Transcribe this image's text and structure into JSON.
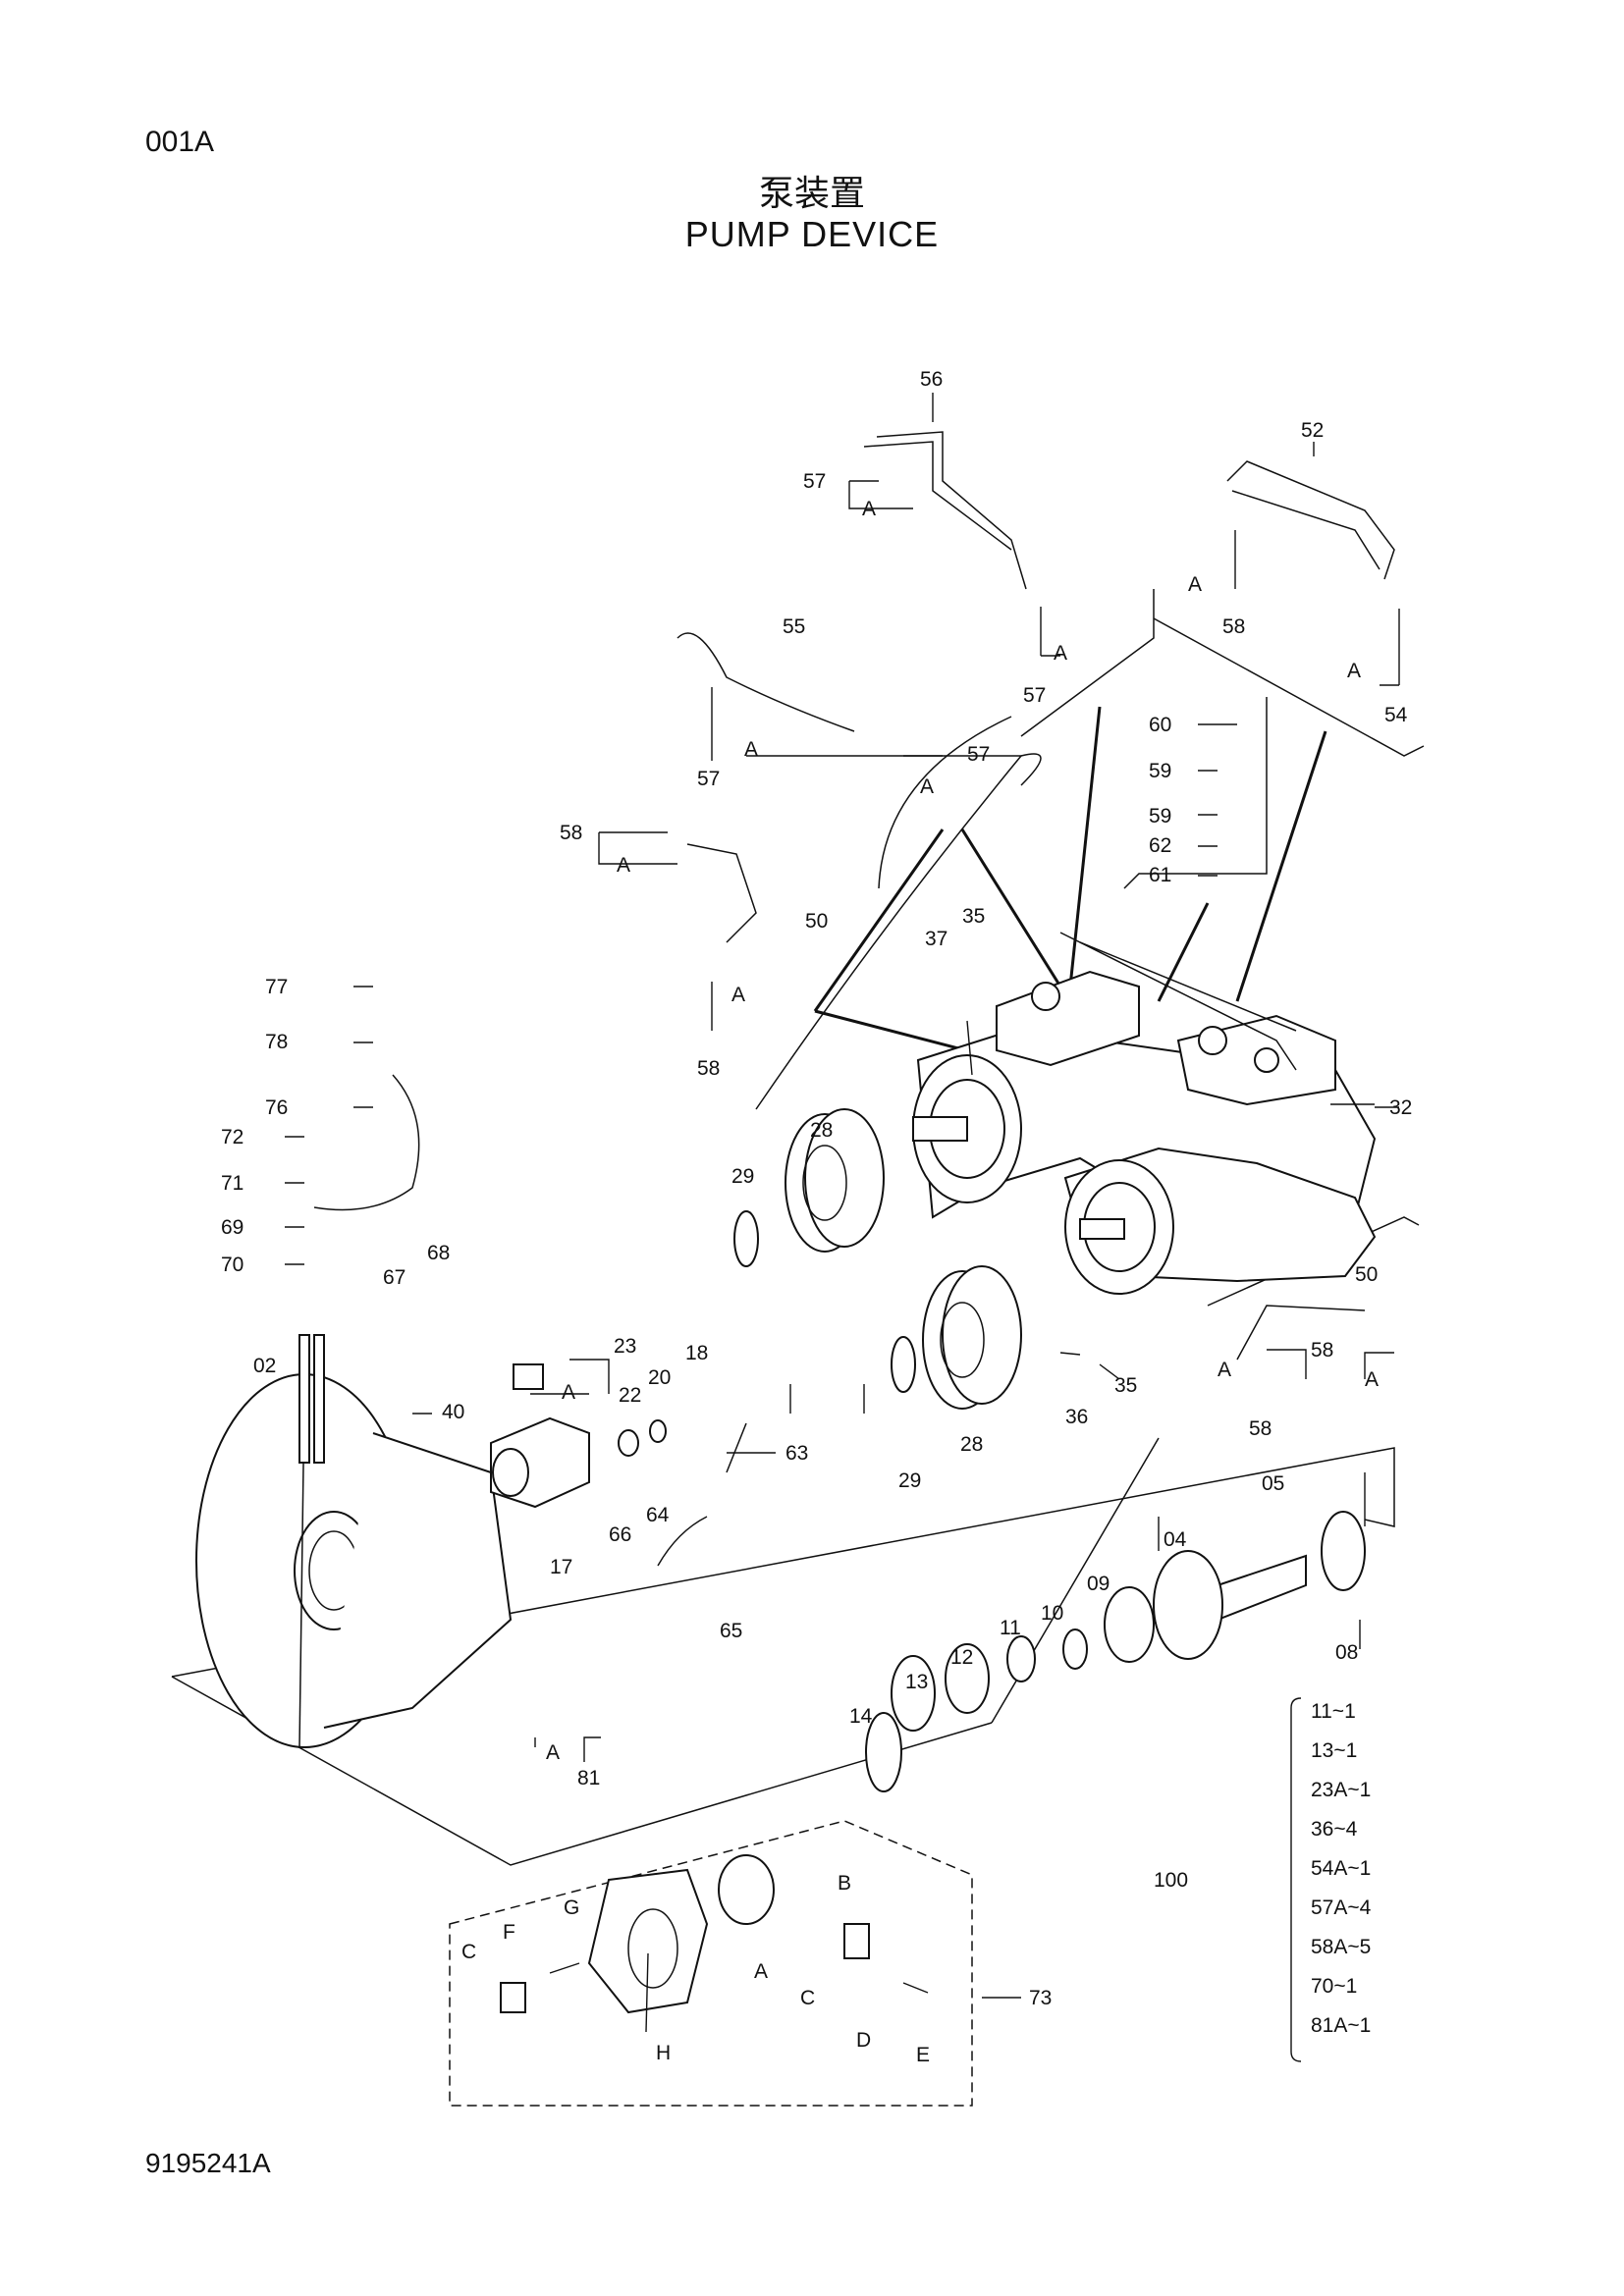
{
  "page_code": "001A",
  "title_cn": "泵装置",
  "title_en": "PUMP DEVICE",
  "document_number": "9195241A",
  "callouts": {
    "c02": "02",
    "c04": "04",
    "c05": "05",
    "c08": "08",
    "c09": "09",
    "c10": "10",
    "c11": "11",
    "c12": "12",
    "c13": "13",
    "c14": "14",
    "c17": "17",
    "c18": "18",
    "c20": "20",
    "c22": "22",
    "c23": "23",
    "c28a": "28",
    "c28b": "28",
    "c29a": "29",
    "c29b": "29",
    "c32": "32",
    "c35a": "35",
    "c35b": "35",
    "c36": "36",
    "c37": "37",
    "c40": "40",
    "c50a": "50",
    "c50b": "50",
    "c52": "52",
    "c54": "54",
    "c55": "55",
    "c56": "56",
    "c57a": "57",
    "c57b": "57",
    "c57c": "57",
    "c57d": "57",
    "c58a": "58",
    "c58b": "58",
    "c58c": "58",
    "c58d": "58",
    "c58e": "58",
    "c59a": "59",
    "c59b": "59",
    "c60": "60",
    "c61": "61",
    "c62": "62",
    "c63": "63",
    "c64": "64",
    "c65": "65",
    "c66": "66",
    "c67": "67",
    "c68": "68",
    "c69": "69",
    "c70": "70",
    "c71": "71",
    "c72": "72",
    "c73": "73",
    "c76": "76",
    "c77": "77",
    "c78": "78",
    "c81": "81"
  },
  "letters": {
    "a1": "A",
    "a2": "A",
    "a3": "A",
    "a4": "A",
    "a5": "A",
    "a6": "A",
    "a7": "A",
    "a8": "A",
    "a9": "A",
    "a10": "A",
    "a11": "A",
    "a12": "A",
    "a13": "A",
    "a14": "A",
    "a15": "A",
    "a16": "A",
    "b": "B",
    "c1": "C",
    "c2": "C",
    "d": "D",
    "e": "E",
    "f": "F",
    "g": "G",
    "h": "H"
  },
  "kit": {
    "label": "100",
    "items": [
      "11~1",
      "13~1",
      "23A~1",
      "36~4",
      "54A~1",
      "57A~4",
      "58A~5",
      "70~1",
      "81A~1"
    ]
  }
}
